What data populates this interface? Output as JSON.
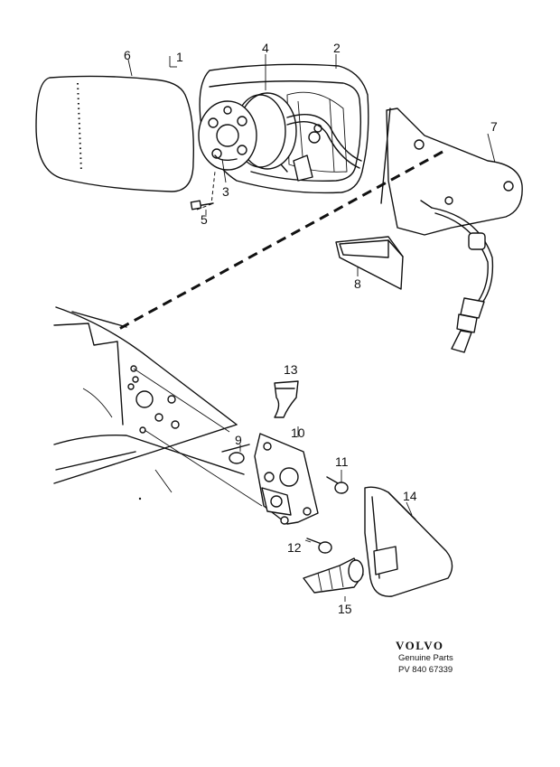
{
  "callouts": [
    "1",
    "2",
    "3",
    "4",
    "5",
    "6",
    "7",
    "8",
    "9",
    "10",
    "11",
    "12",
    "13",
    "14",
    "15"
  ],
  "brand": {
    "name": "VOLVO",
    "tagline": "Genuine Parts",
    "code": "PV 840  67339"
  }
}
